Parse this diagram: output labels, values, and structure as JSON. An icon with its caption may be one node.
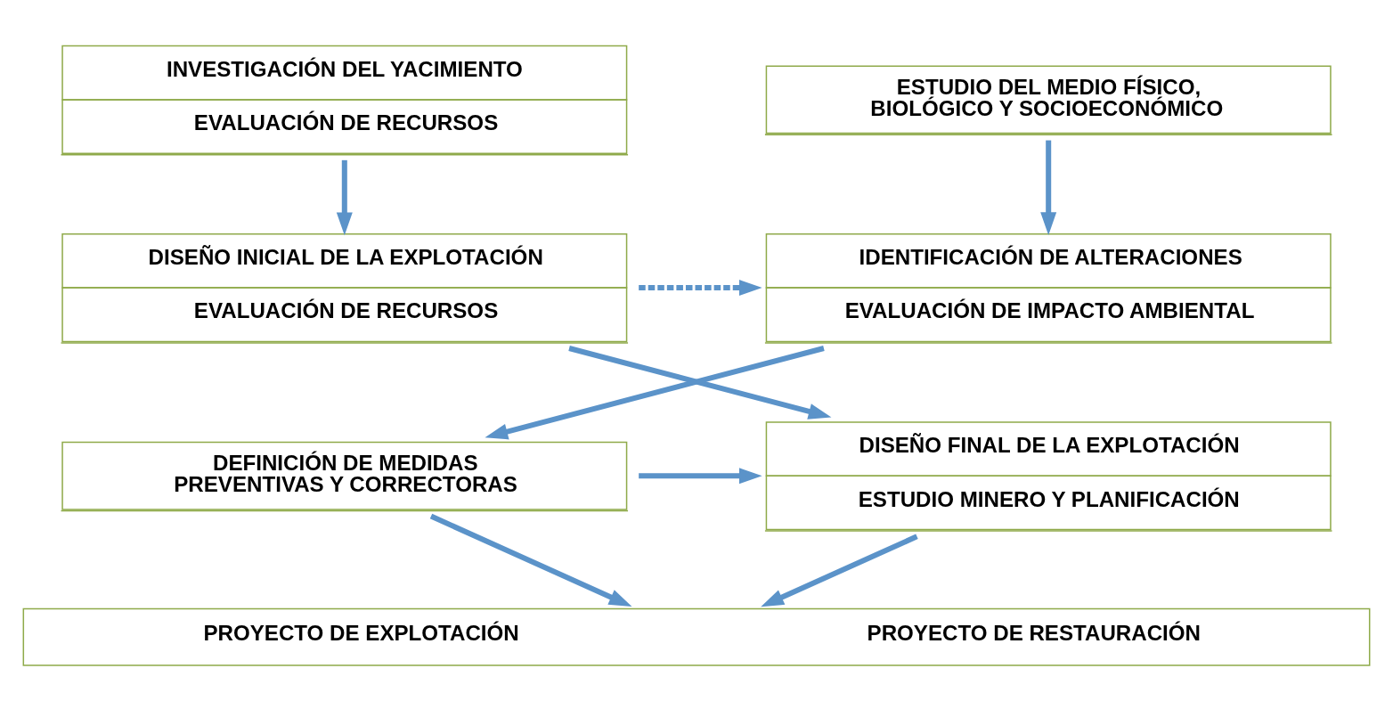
{
  "diagram": {
    "nodes": [
      {
        "text": [
          "INVESTIGACIÓN DEL YACIMIENTO",
          "EVALUACIÓN DE RECURSOS"
        ]
      },
      {
        "text": [
          "ESTUDIO DEL MEDIO FÍSICO, BIOLÓGICO Y SOCIOECONÓMICO"
        ]
      },
      {
        "text": [
          "DISEÑO INICIAL DE LA EXPLOTACIÓN",
          "EVALUACIÓN DE RECURSOS"
        ]
      },
      {
        "text": [
          "IDENTIFICACIÓN DE ALTERACIONES",
          "EVALUACIÓN DE IMPACTO AMBIENTAL"
        ]
      },
      {
        "text": [
          "DISEÑO FINAL DE LA EXPLOTACIÓN",
          "ESTUDIO MINERO Y PLANIFICACIÓN"
        ]
      },
      {
        "text": [
          "DEFINICIÓN DE MEDIDAS PREVENTIVAS Y CORRECTORAS"
        ]
      },
      {
        "text": [
          "PROYECTO DE EXPLOTACIÓN",
          "PROYECTO DE RESTAURACIÓN"
        ]
      }
    ],
    "edges": [
      {
        "from": 0,
        "to": 2,
        "arrow": "to"
      },
      {
        "from": 1,
        "to": 3,
        "arrow": "to"
      },
      {
        "from": 2,
        "to": 3,
        "arrow": "to",
        "style": "dashed"
      },
      {
        "from": 2,
        "to": 4,
        "arrow": "to"
      },
      {
        "from": 3,
        "to": 5,
        "arrow": "to"
      },
      {
        "from": 5,
        "to": 4,
        "arrow": "to"
      },
      {
        "from": 4,
        "to": 6,
        "arrow": "to"
      },
      {
        "from": 5,
        "to": 6,
        "arrow": "to"
      }
    ]
  }
}
